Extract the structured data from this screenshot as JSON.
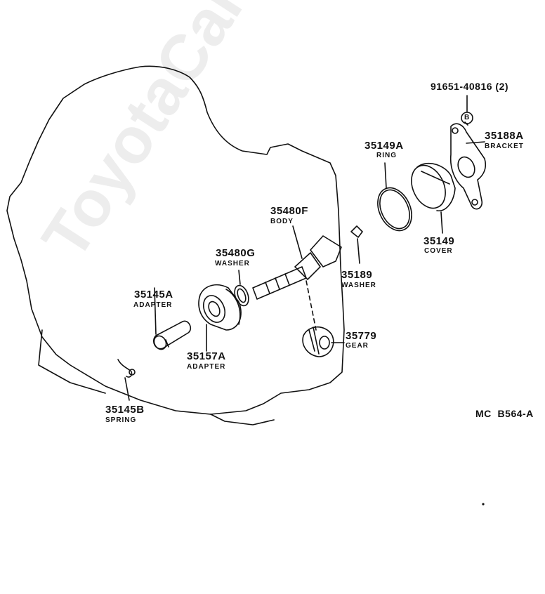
{
  "watermark": "ToyotaCarMine.ru",
  "bolt": {
    "number": "91651-40816",
    "qty": "(2)",
    "callout": "B"
  },
  "parts": {
    "p35188A": {
      "number": "35188A",
      "name": "BRACKET"
    },
    "p35149A": {
      "number": "35149A",
      "name": "RING"
    },
    "p35149": {
      "number": "35149",
      "name": "COVER"
    },
    "p35480F": {
      "number": "35480F",
      "name": "BODY"
    },
    "p35480G": {
      "number": "35480G",
      "name": "WASHER"
    },
    "p35189": {
      "number": "35189",
      "name": "WASHER"
    },
    "p35145A": {
      "number": "35145A",
      "name": "ADAPTER"
    },
    "p35157A": {
      "number": "35157A",
      "name": "ADAPTER"
    },
    "p35779": {
      "number": "35779",
      "name": "GEAR"
    },
    "p35145B": {
      "number": "35145B",
      "name": "SPRING"
    }
  },
  "reference": "MC  B564-A"
}
